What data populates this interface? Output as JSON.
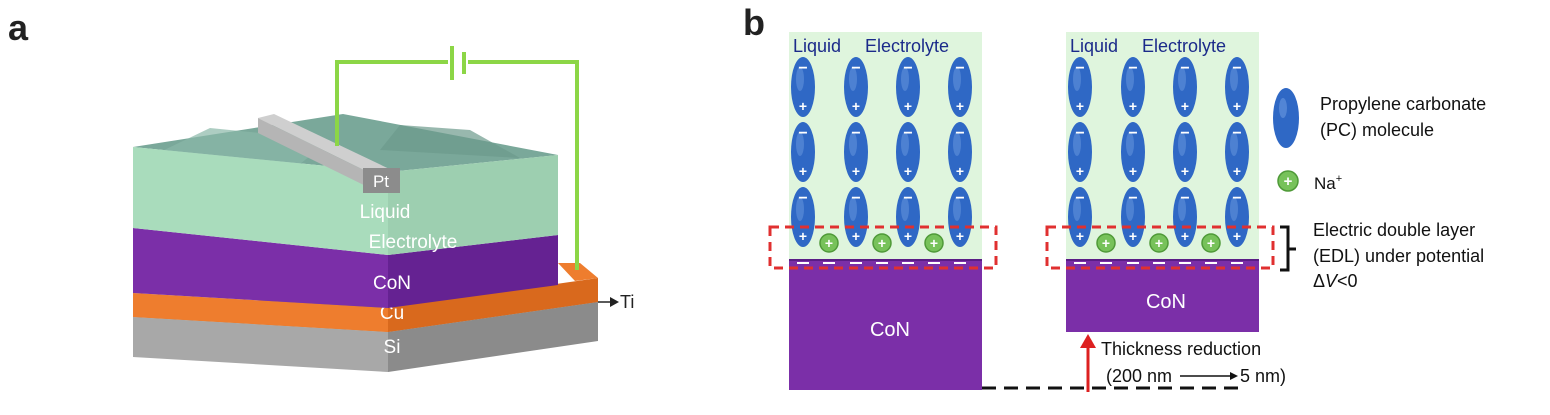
{
  "panel_a": {
    "label": "a",
    "electrode_label": "Pt",
    "electrolyte_line1": "Liquid",
    "electrolyte_line2": "Electrolyte",
    "con_label": "CoN",
    "cu_label": "Cu",
    "si_label": "Si",
    "contact_label": "Ti",
    "colors": {
      "electrolyte": "#a9dcbc",
      "con": "#7b2fa8",
      "cu": "#ee7d2e",
      "si": "#a8a8a8",
      "wire": "#8cd646"
    }
  },
  "panel_b": {
    "label": "b",
    "left": {
      "title_word1": "Liquid",
      "title_word2": "Electrolyte",
      "substrate_label": "CoN"
    },
    "right": {
      "title_word1": "Liquid",
      "title_word2": "Electrolyte",
      "substrate_label": "CoN"
    },
    "molecule_minus": "−",
    "molecule_plus": "+",
    "ion_symbol": "+",
    "legend": {
      "pc_line1": "Propylene carbonate",
      "pc_line2": "(PC) molecule",
      "na_label": "Na",
      "na_superscript": "+",
      "edl_line1": "Electric double layer",
      "edl_line2": "(EDL) under potential",
      "edl_line3_prefix": "Δ",
      "edl_line3_var": "V",
      "edl_line3_suffix": "<0"
    },
    "thickness_line1": "Thickness reduction",
    "thickness_line2": "(200 nm",
    "thickness_line2_end": "5 nm)",
    "colors": {
      "electrolyte_bg": "#dff5dd",
      "molecule": "#2f68c5",
      "ion": "#77c25a",
      "con": "#7b2fa8",
      "edl_box": "#e03030",
      "arrow": "#dd2020"
    }
  }
}
